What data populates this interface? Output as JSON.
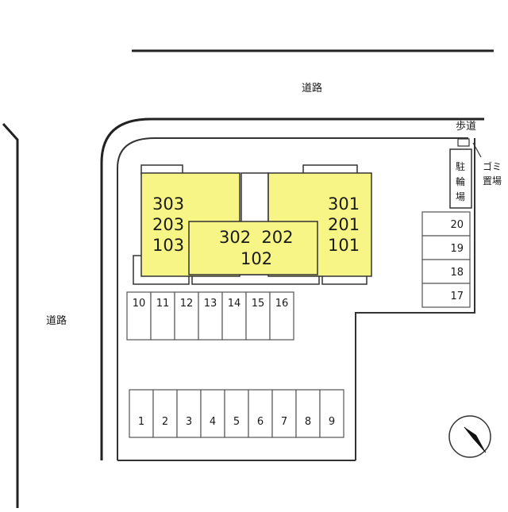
{
  "colors": {
    "building": "#f6f585",
    "outline": "#333333",
    "background": "#ffffff"
  },
  "roads": {
    "top": "道路",
    "left": "道路"
  },
  "sidewalk": "歩道",
  "bicycle_parking": [
    "駐",
    "輪",
    "場"
  ],
  "garbage": {
    "line1": "ゴミ",
    "line2": "置場"
  },
  "building": {
    "left_block": [
      "303",
      "203",
      "103"
    ],
    "center_block": [
      "302  202",
      "102"
    ],
    "right_block": [
      "301",
      "201",
      "101"
    ]
  },
  "parking": {
    "upper_row": [
      "10",
      "11",
      "12",
      "13",
      "14",
      "15",
      "16"
    ],
    "lower_row": [
      "1",
      "2",
      "3",
      "4",
      "5",
      "6",
      "7",
      "8",
      "9"
    ],
    "right_column": [
      "20",
      "19",
      "18",
      "17"
    ]
  },
  "north_arrow_icon": "north-arrow-icon"
}
